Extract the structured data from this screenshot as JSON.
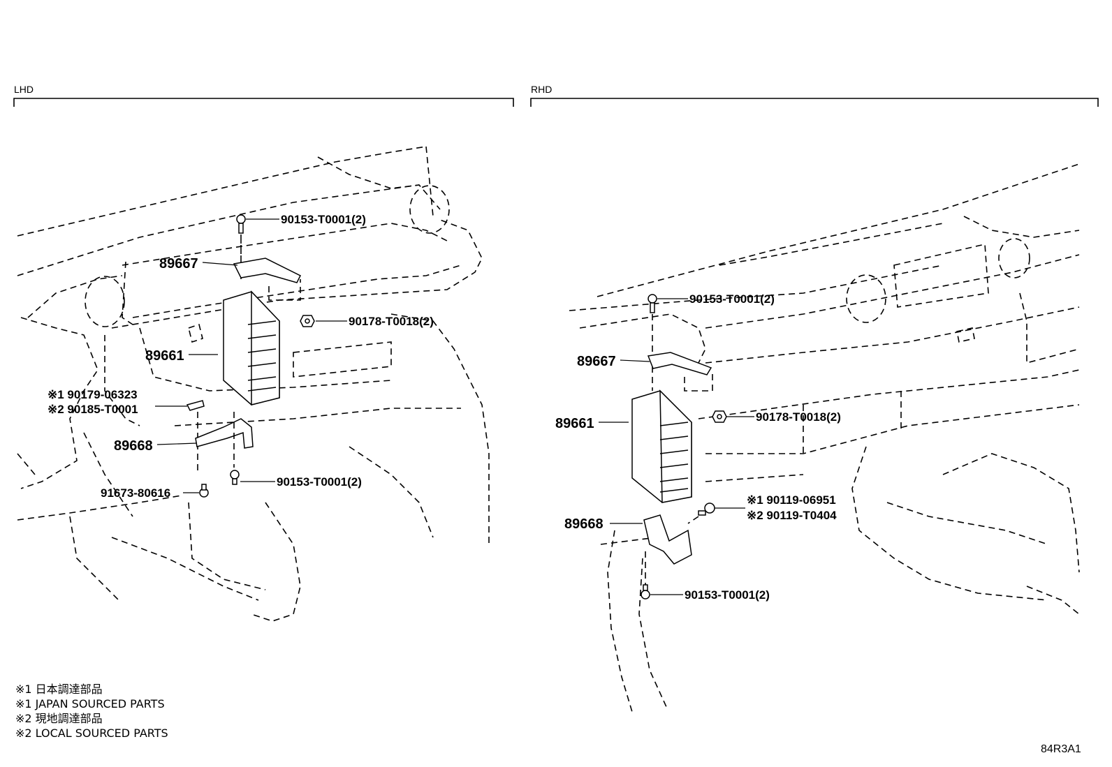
{
  "sections": {
    "left": "LHD",
    "right": "RHD"
  },
  "lhd": {
    "callouts": {
      "bolt_top": "90153-T0001(2)",
      "bracket_top": "89667",
      "nut": "90178-T0018(2)",
      "ecu": "89661",
      "clip_a": "※1 90179-06323",
      "clip_b": "※2 90185-T0001",
      "bracket_bottom": "89668",
      "bolt_bottom": "90153-T0001(2)",
      "screw": "91673-80616"
    }
  },
  "rhd": {
    "callouts": {
      "bolt_top": "90153-T0001(2)",
      "bracket_top": "89667",
      "nut": "90178-T0018(2)",
      "ecu": "89661",
      "screw_a": "※1 90119-06951",
      "screw_b": "※2 90119-T0404",
      "bracket_bottom": "89668",
      "bolt_bottom": "90153-T0001(2)"
    }
  },
  "notes": [
    "※1 日本調達部品",
    "※1 JAPAN SOURCED PARTS",
    "※2 現地調達部品",
    "※2 LOCAL SOURCED PARTS"
  ],
  "figure_code": "84R3A1"
}
